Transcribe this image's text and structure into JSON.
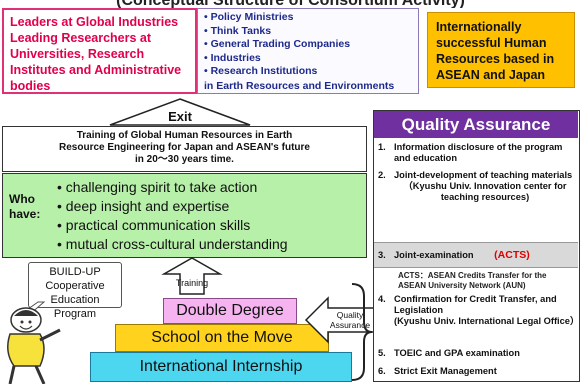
{
  "header": {
    "title": "(Conceptual Structure of Consortium Activity)"
  },
  "leaders": {
    "lines": [
      "Leaders at Global Industries",
      "Leading Researchers at",
      "Universities, Research",
      "Institutes and Administrative",
      "bodies"
    ]
  },
  "orgs": {
    "items": [
      "Policy Ministries",
      "Think Tanks",
      "General Trading Companies",
      "Industries",
      "Research Institutions"
    ],
    "footer": "in Earth Resources and Environments"
  },
  "intl": {
    "lines": [
      "Internationally",
      "successful Human",
      "Resources based in",
      "ASEAN and Japan"
    ]
  },
  "exit": {
    "label": "Exit"
  },
  "training": {
    "lines": [
      "Training of Global Human Resources in Earth",
      "Resource Engineering for Japan and ASEAN's future",
      "in 20～30 years time."
    ]
  },
  "who": {
    "label_line1": "Who",
    "label_line2": "have:",
    "traits": [
      "challenging spirit to take action",
      "deep insight and expertise",
      "practical communication skills",
      "mutual cross-cultural understanding"
    ]
  },
  "buildup": {
    "lines": [
      "BUILD-UP",
      "Cooperative",
      "Education Program"
    ]
  },
  "training_arrow": {
    "label": "Training"
  },
  "blocks": {
    "double_degree": "Double Degree",
    "school_on_the_move": "School on the Move",
    "international_internship": "International Internship"
  },
  "qa_arrow": {
    "line1": "Quality",
    "line2": "Assurance"
  },
  "qa": {
    "title": "Quality Assurance",
    "item1": {
      "num": "1.",
      "text": "Information disclosure of the program and education"
    },
    "item2": {
      "num": "2.",
      "text": "Joint-development of teaching materials",
      "sub": "（Kyushu Univ. Innovation center for teaching resources)"
    },
    "item3": {
      "num": "3.",
      "text": "Joint-examination",
      "tag": "(ACTS)"
    },
    "acts_note": "ACTS：ASEAN Credits Transfer for the ASEAN University Network (AUN)",
    "item4": {
      "num": "4.",
      "text": "Confirmation for Credit Transfer, and Legislation",
      "sub": "(Kyushu Univ. International Legal Office）"
    },
    "item5": {
      "num": "5.",
      "text": "TOEIC and GPA examination"
    },
    "item6": {
      "num": "6.",
      "text": "Strict Exit Management"
    }
  },
  "colors": {
    "leaders_text": "#e0004d",
    "orgs_text": "#1d2a8a",
    "intl_bg": "#ffc000",
    "green_bg": "#b7f0a8",
    "qa_header_bg": "#7030a0",
    "qa_tag": "#e00000",
    "double_degree_bg": "#f5b4f0",
    "school_bg": "#ffd21e",
    "internship_bg": "#4dd6f0"
  },
  "icons": [
    "exit-arrow-icon",
    "training-arrow-icon",
    "quality-assurance-arrow-icon",
    "bracket-icon",
    "person-figure-icon"
  ]
}
